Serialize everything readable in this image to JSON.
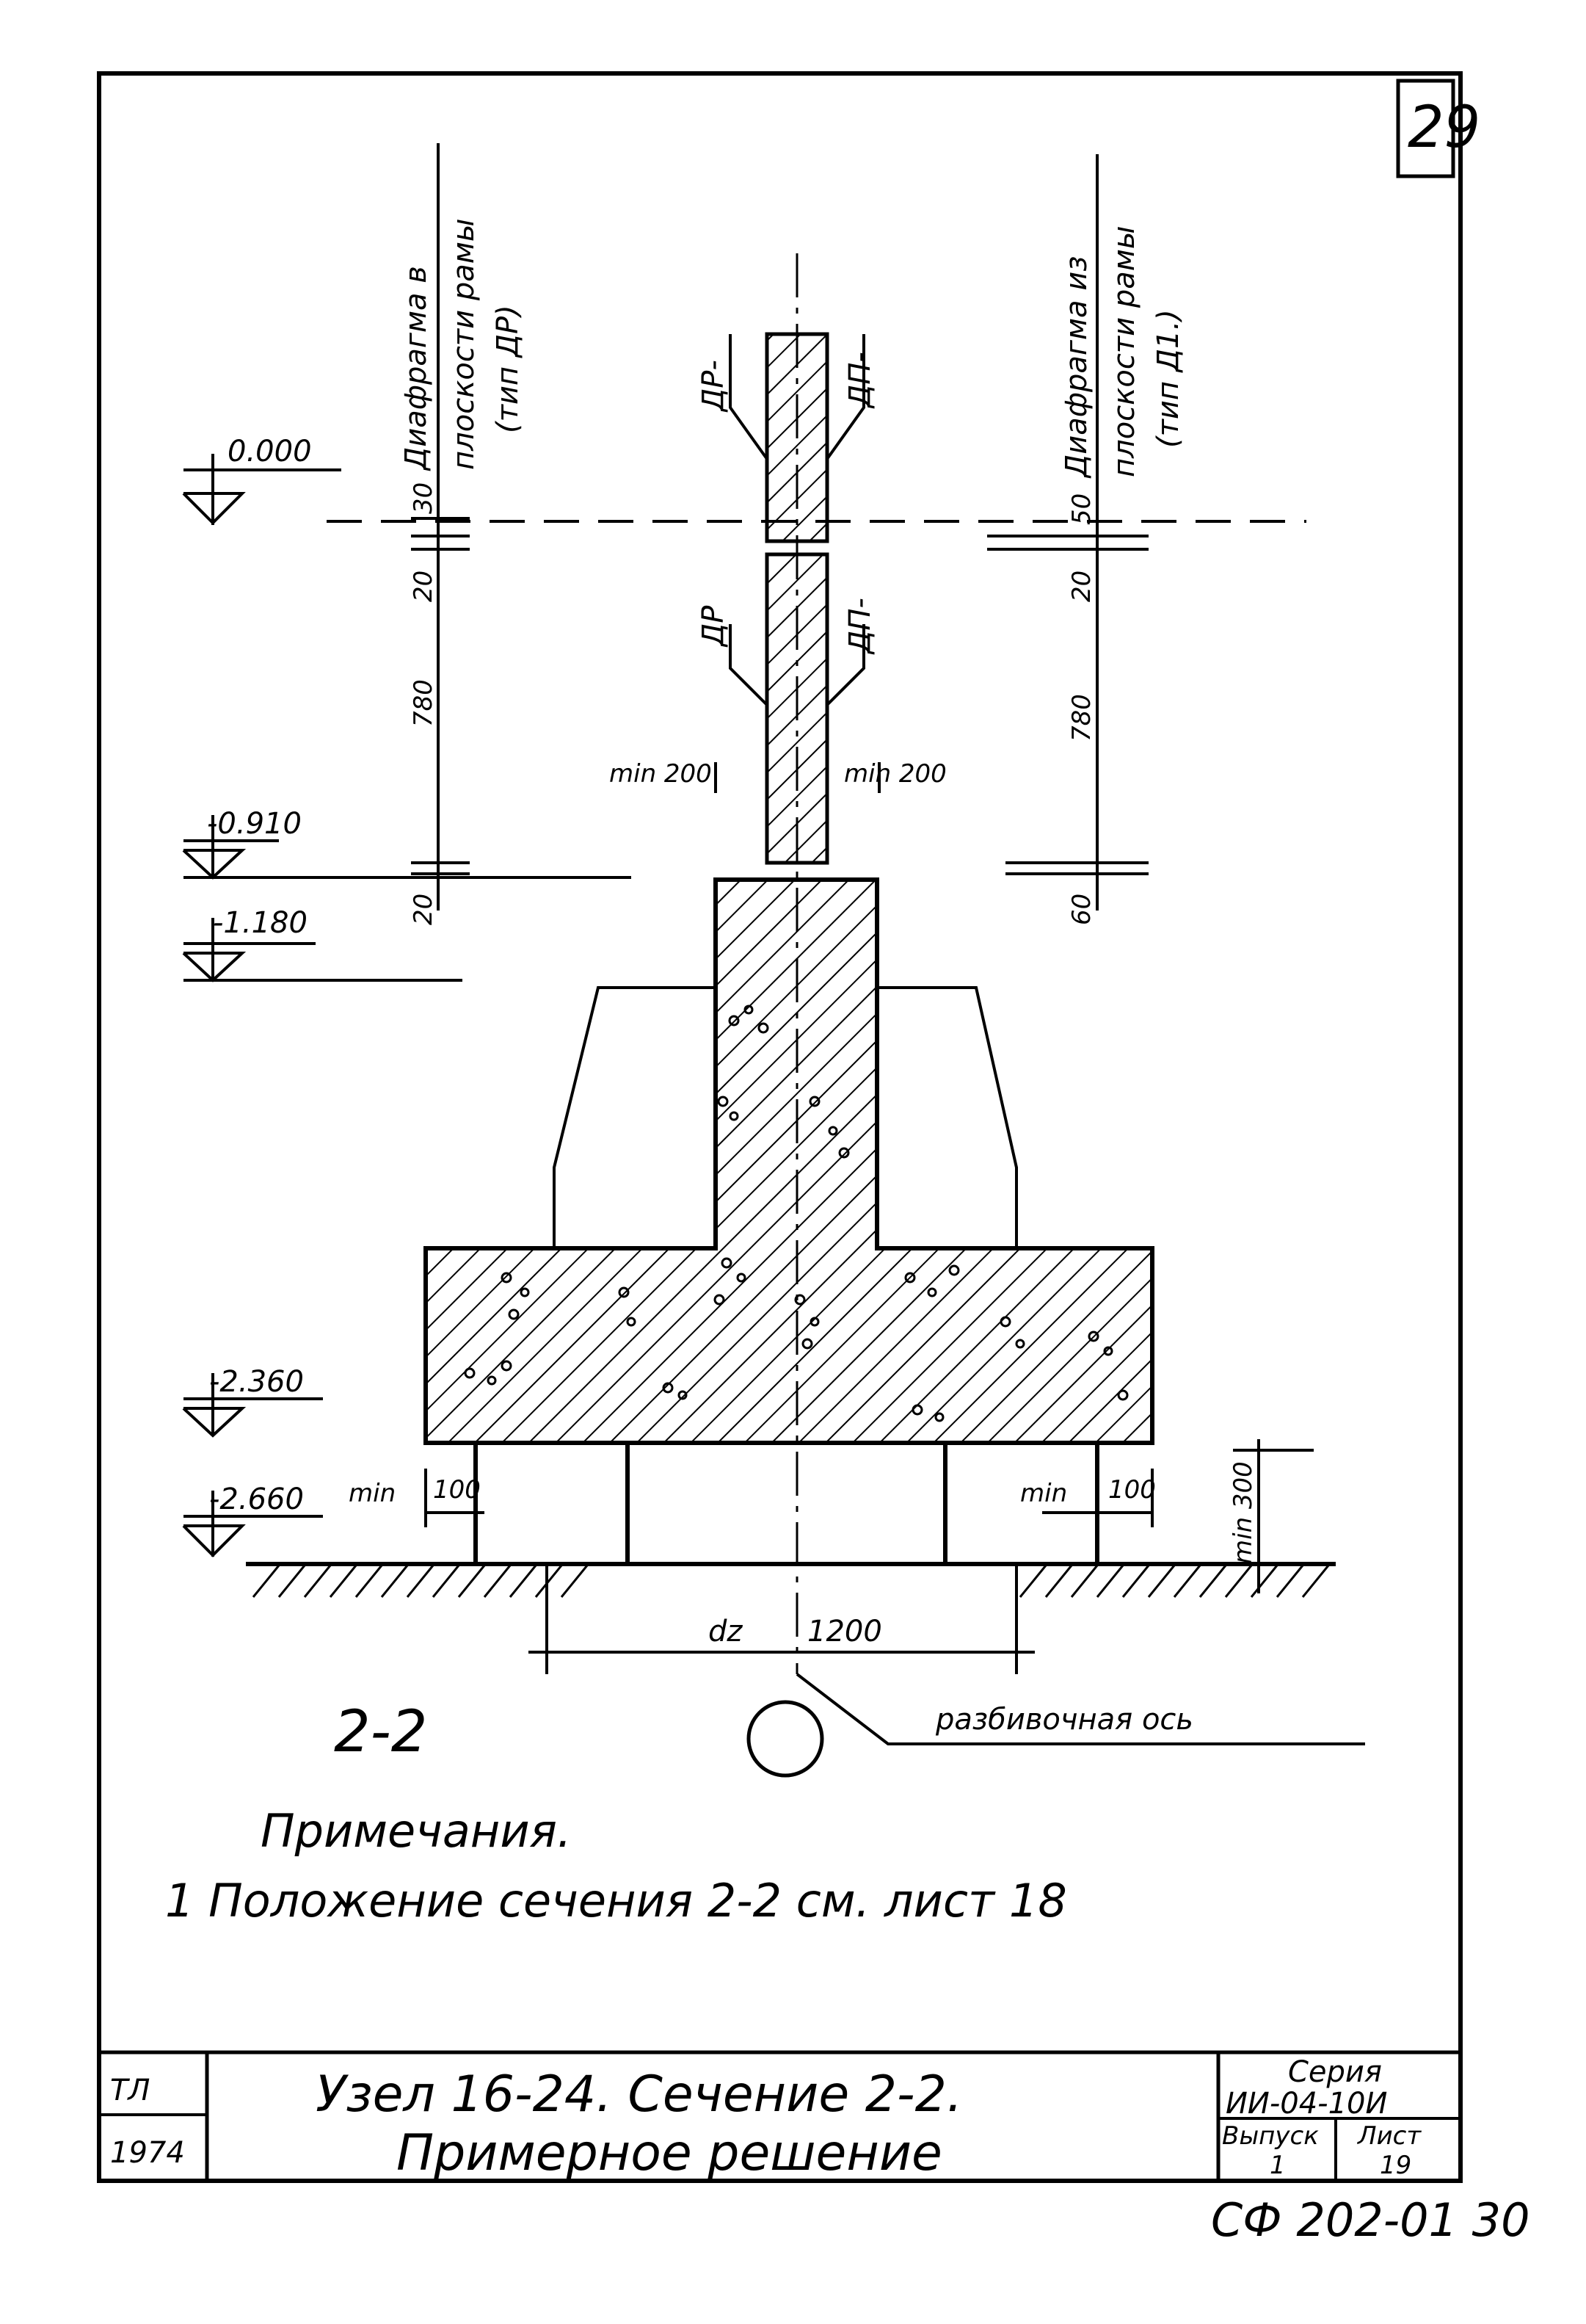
{
  "sheet_number": "29",
  "levels": {
    "l0": "0.000",
    "l1": "-0.910",
    "l2": "-1.180",
    "l3": "-2.360",
    "l4": "-2.660"
  },
  "left_dims": {
    "d1": "30",
    "d2": "20",
    "d3": "780",
    "d4": "20"
  },
  "right_dims": {
    "d1": "50",
    "d2": "20",
    "d3": "780",
    "d4": "60"
  },
  "left_caption": [
    "Диафрагма в",
    "плоскости рамы",
    "(тип ДР)"
  ],
  "right_caption": [
    "Диафрагма из",
    "плоскости рамы",
    "(тип Д1.)"
  ],
  "column_marks": {
    "upper_left": "ДР-",
    "upper_right": "ДП-",
    "lower_left": "ДР",
    "lower_right": "ДП-"
  },
  "min_dims": {
    "min_left": "min 200",
    "min_right": "min 200",
    "min_100_left": "min",
    "min_100_left_val": "100",
    "min_100_right": "min",
    "min_100_right_val": "100",
    "min_300": "min 300"
  },
  "base_dim": {
    "label": "dz",
    "value": "1200"
  },
  "section_label": "2-2",
  "axis_label": "разбивочная ось",
  "notes": {
    "heading": "Примечания.",
    "item1": "1 Положение сечения 2-2 см. лист 18"
  },
  "stamp": {
    "org": "ТЛ",
    "year": "1974",
    "title_line1": "Узел 16-24. Сечение 2-2.",
    "title_line2": "Примерное решение",
    "series_label": "Серия",
    "series_value": "ИИ-04-10И",
    "issue_label": "Выпуск",
    "issue_value": "1",
    "sheet_label": "Лист",
    "sheet_value": "19"
  },
  "footer_code": "СФ 202-01 30"
}
